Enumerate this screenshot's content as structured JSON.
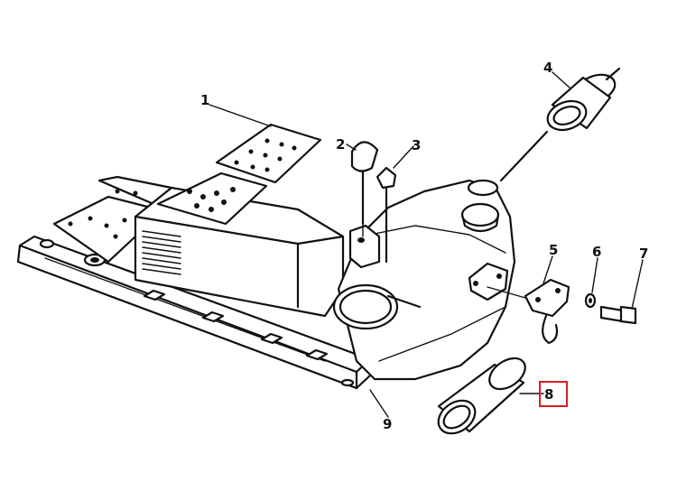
{
  "diagram": {
    "callouts": [
      {
        "id": "1",
        "label": "1"
      },
      {
        "id": "2",
        "label": "2"
      },
      {
        "id": "3",
        "label": "3"
      },
      {
        "id": "4",
        "label": "4"
      },
      {
        "id": "5",
        "label": "5"
      },
      {
        "id": "6",
        "label": "6"
      },
      {
        "id": "7",
        "label": "7"
      },
      {
        "id": "8",
        "label": "8"
      },
      {
        "id": "9",
        "label": "9"
      }
    ],
    "highlight": {
      "target": "8",
      "color": "#d81e1e"
    }
  }
}
